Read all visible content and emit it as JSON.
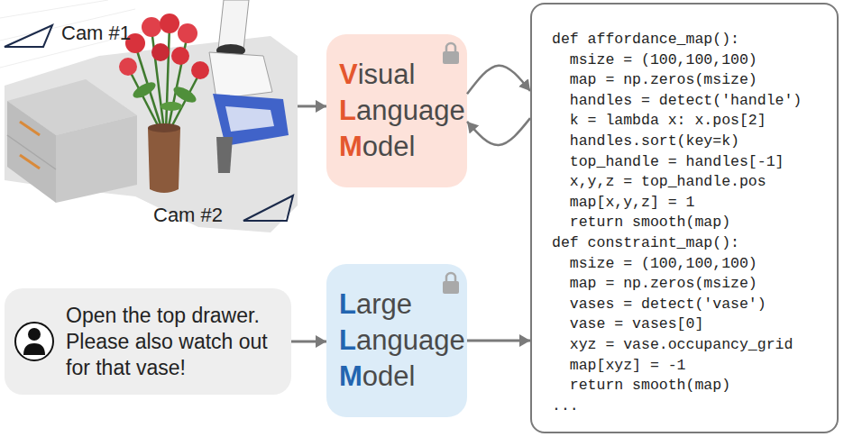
{
  "diagram": {
    "nodes": [
      {
        "text": [
          "Cam #1",
          "Cam #2"
        ]
      },
      {
        "text": [
          "Visual Language Model"
        ]
      },
      {
        "text": [
          "def affordance_map():",
          "  msize = (100,100,100)",
          "  map = np.zeros(msize)",
          "  handles = detect('handle')",
          "  k = lambda x: x.pos[2]",
          "  handles.sort(key=k)",
          "  top_handle = handles[-1]",
          "  x,y,z = top_handle.pos",
          "  map[x,y,z] = 1",
          "  return smooth(map)",
          "def constraint_map():",
          "  msize = (100,100,100)",
          "  map = np.zeros(msize)",
          "  vases = detect('vase')",
          "  vase = vases[0]",
          "  xyz = vase.occupancy_grid",
          "  map[xyz] = -1",
          "  return smooth(map)",
          "..."
        ]
      },
      {
        "text": [
          "Open the top drawer. Please also watch out for that vase!"
        ]
      },
      {
        "text": [
          "Large Language Model"
        ]
      }
    ],
    "edges": [
      {
        "from": 0,
        "to": 1,
        "arrow": "to"
      },
      {
        "from": 1,
        "to": 2,
        "arrow": "to"
      },
      {
        "from": 2,
        "to": 1,
        "arrow": "to"
      },
      {
        "from": 3,
        "to": 4,
        "arrow": "to"
      },
      {
        "from": 4,
        "to": 2,
        "arrow": "to"
      }
    ]
  }
}
